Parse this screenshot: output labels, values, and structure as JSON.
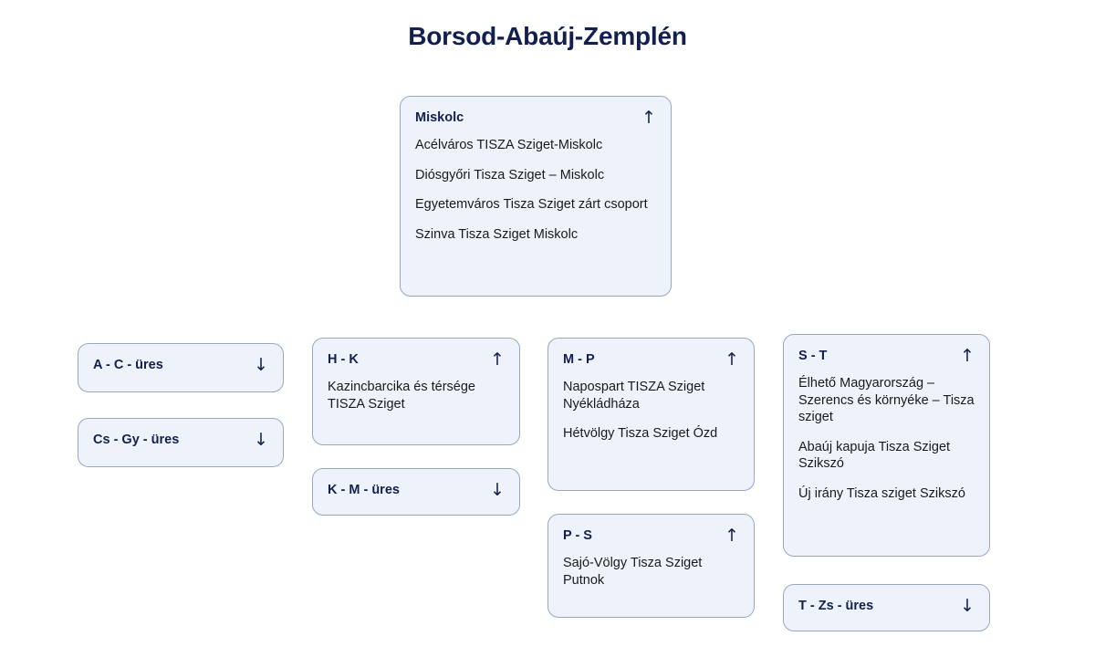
{
  "page": {
    "title": "Borsod-Abaúj-Zemplén",
    "background_color": "#ffffff",
    "title_color": "#131f4d",
    "card_background_color": "#eef3fb",
    "card_border_color": "#9aa7bd"
  },
  "icons": {
    "arrow_up": "↑",
    "arrow_down": "↓"
  },
  "cards": {
    "miskolc": {
      "title": "Miskolc",
      "arrow": "↑",
      "items": [
        "Acélváros TISZA Sziget-Miskolc",
        "Diósgyőri Tisza Sziget – Miskolc",
        "Egyetemváros Tisza Sziget zárt csoport",
        "Szinva Tisza Sziget Miskolc"
      ]
    },
    "a_c": {
      "title": "A - C - üres",
      "arrow": "↓",
      "items": []
    },
    "cs_gy": {
      "title": "Cs - Gy - üres",
      "arrow": "↓",
      "items": []
    },
    "h_k": {
      "title": "H - K",
      "arrow": "↑",
      "items": [
        "Kazincbarcika és térsége TISZA Sziget"
      ]
    },
    "k_m": {
      "title": "K - M - üres",
      "arrow": "↓",
      "items": []
    },
    "m_p": {
      "title": "M - P",
      "arrow": "↑",
      "items": [
        "Napospart TISZA Sziget Nyékládháza",
        "Hétvölgy Tisza Sziget Ózd"
      ]
    },
    "p_s": {
      "title": "P - S",
      "arrow": "↑",
      "items": [
        "Sajó-Völgy Tisza Sziget Putnok"
      ]
    },
    "s_t": {
      "title": "S - T",
      "arrow": "↑",
      "items": [
        "Élhető Magyarország – Szerencs és környéke – Tisza sziget",
        "Abaúj kapuja Tisza Sziget Szikszó",
        "Új irány Tisza sziget Szikszó"
      ]
    },
    "t_zs": {
      "title": "T - Zs - üres",
      "arrow": "↓",
      "items": []
    }
  }
}
